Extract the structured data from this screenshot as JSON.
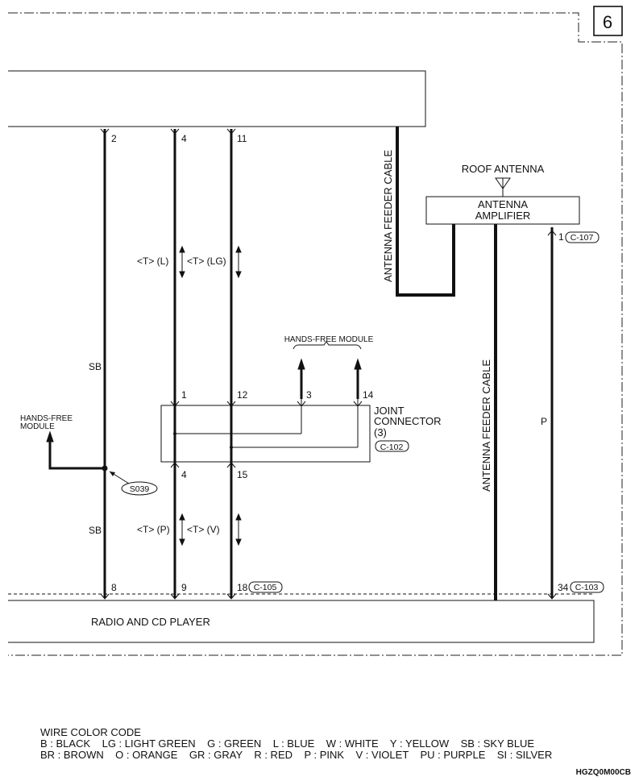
{
  "page_number": "6",
  "wires": {
    "w2": {
      "pin_top": "2",
      "pin_bottom": "8",
      "color_upper": "SB",
      "color_lower": "SB"
    },
    "w4": {
      "pin_top": "4",
      "pin_mid_top": "1",
      "pin_mid_bottom": "4",
      "pin_bottom": "9",
      "color_upper": "<T> (L)",
      "color_lower": "<T> (P)"
    },
    "w11": {
      "pin_top": "11",
      "pin_mid_top": "12",
      "pin_mid_bottom": "15",
      "pin_bottom": "18",
      "color_upper": "<T> (LG)",
      "color_lower": "<T> (V)"
    }
  },
  "connectors": {
    "c105": "C-105",
    "c103": "C-103",
    "c107": "C-107",
    "c102": "C-102",
    "s039": "S039"
  },
  "labels": {
    "roof_antenna": "ROOF ANTENNA",
    "antenna_amplifier_line1": "ANTENNA",
    "antenna_amplifier_line2": "AMPLIFIER",
    "antenna_feeder_cable": "ANTENNA FEEDER CABLE",
    "hands_free_top": "HANDS-FREE MODULE",
    "hands_free_left_line1": "HANDS-FREE",
    "hands_free_left_line2": "MODULE",
    "joint_connector_line1": "JOINT",
    "joint_connector_line2": "CONNECTOR",
    "joint_connector_line3": "(3)",
    "joint_pin3": "3",
    "joint_pin14": "14",
    "radio_cd_player": "RADIO AND CD PLAYER",
    "amp_pin1": "1",
    "amp_wire_color": "P",
    "radio_pin34": "34"
  },
  "wire_color_code": {
    "title": "WIRE COLOR CODE",
    "row1": "B : BLACK    LG : LIGHT GREEN    G : GREEN    L : BLUE    W : WHITE    Y : YELLOW    SB : SKY BLUE",
    "row2": "BR : BROWN    O : ORANGE    GR : GRAY    R : RED    P : PINK    V : VIOLET    PU : PURPLE    SI : SILVER"
  },
  "figure_code": "HGZQ0M00CB"
}
